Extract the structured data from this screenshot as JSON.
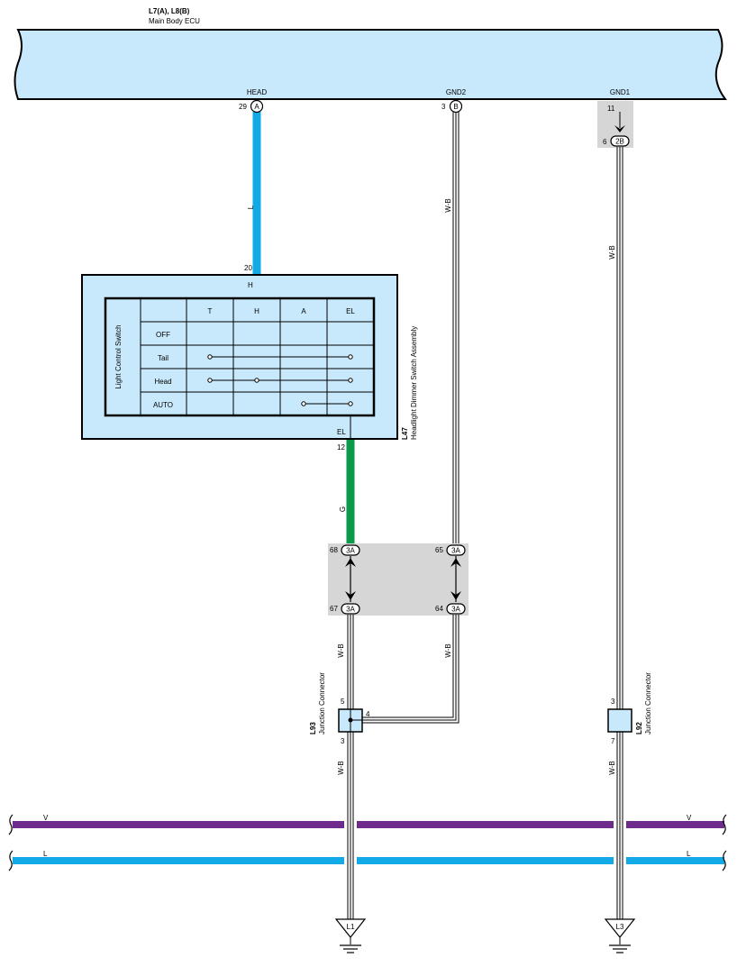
{
  "ecu": {
    "title": "L7(A), L8(B)",
    "subtitle": "Main Body ECU",
    "pins": [
      {
        "name": "HEAD",
        "number": "29",
        "connector": "A"
      },
      {
        "name": "GND2",
        "number": "3",
        "connector": "B"
      },
      {
        "name": "GND1",
        "number": "11"
      }
    ]
  },
  "junction_2b": {
    "pin": "6",
    "connector": "2B"
  },
  "wires": {
    "head_color": "L",
    "gnd2_color": "W-B",
    "gnd1_color": "W-B",
    "switch_out_color": "G",
    "lower_left_color": "W-B",
    "lower_mid_color": "W-B",
    "bottom_left_color": "W-B",
    "bottom_right_color": "W-B"
  },
  "switch_assembly": {
    "code": "L47",
    "name": "Headlight Dimmer Switch Assembly",
    "in_pin": "20",
    "in_label": "H",
    "out_pin": "12",
    "out_label": "EL",
    "side_label": "Light Control Switch",
    "columns": [
      "T",
      "H",
      "A",
      "EL"
    ],
    "rows": [
      "OFF",
      "Tail",
      "Head",
      "AUTO"
    ]
  },
  "connector_3a": {
    "label": "3A",
    "top_left": "68",
    "top_right": "65",
    "bottom_left": "67",
    "bottom_right": "64"
  },
  "l93": {
    "code": "L93",
    "name": "Junction Connector",
    "pin_top": "5",
    "pin_bottom": "3",
    "pin_side": "4"
  },
  "l92": {
    "code": "L92",
    "name": "Junction Connector",
    "pin_top": "3",
    "pin_bottom": "7"
  },
  "bus": {
    "v_label": "V",
    "l_label": "L"
  },
  "grounds": {
    "left": "L1",
    "right": "L3"
  },
  "colors": {
    "ecu_fill": "#c8e9fb",
    "wire_blue": "#11aae6",
    "wire_green": "#0a9a4a",
    "wire_violet": "#6e2b8c",
    "gray_box": "#d6d6d6"
  }
}
